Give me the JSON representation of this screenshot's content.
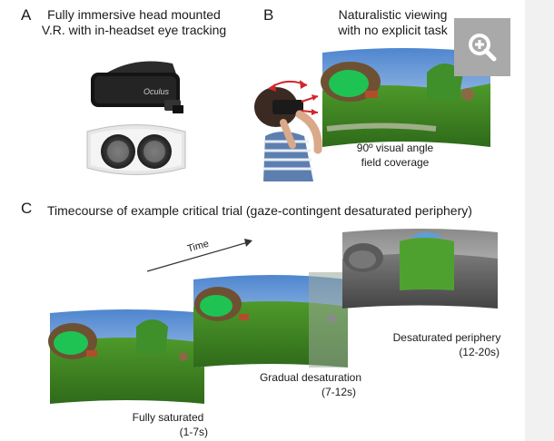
{
  "figure": {
    "panel_a": {
      "letter": "A",
      "title_line1": "Fully immersive head mounted",
      "title_line2": "V.R. with in-headset eye tracking",
      "headset_brand": "Oculus"
    },
    "panel_b": {
      "letter": "B",
      "title_line1": "Naturalistic viewing",
      "title_line2": "with no explicit task",
      "caption_line1": "90º visual angle",
      "caption_line2": "field coverage"
    },
    "panel_c": {
      "letter": "C",
      "title": "Timecourse of example critical trial (gaze-contingent desaturated periphery)",
      "time_label": "Time",
      "stages": [
        {
          "label": "Fully saturated",
          "range": "(1-7s)"
        },
        {
          "label": "Gradual desaturation",
          "range": "(7-12s)"
        },
        {
          "label": "Desaturated periphery",
          "range": "(12-20s)"
        }
      ]
    }
  },
  "zoom_button": {
    "icon": "zoom-in-icon",
    "color": "#a9a9a9"
  }
}
